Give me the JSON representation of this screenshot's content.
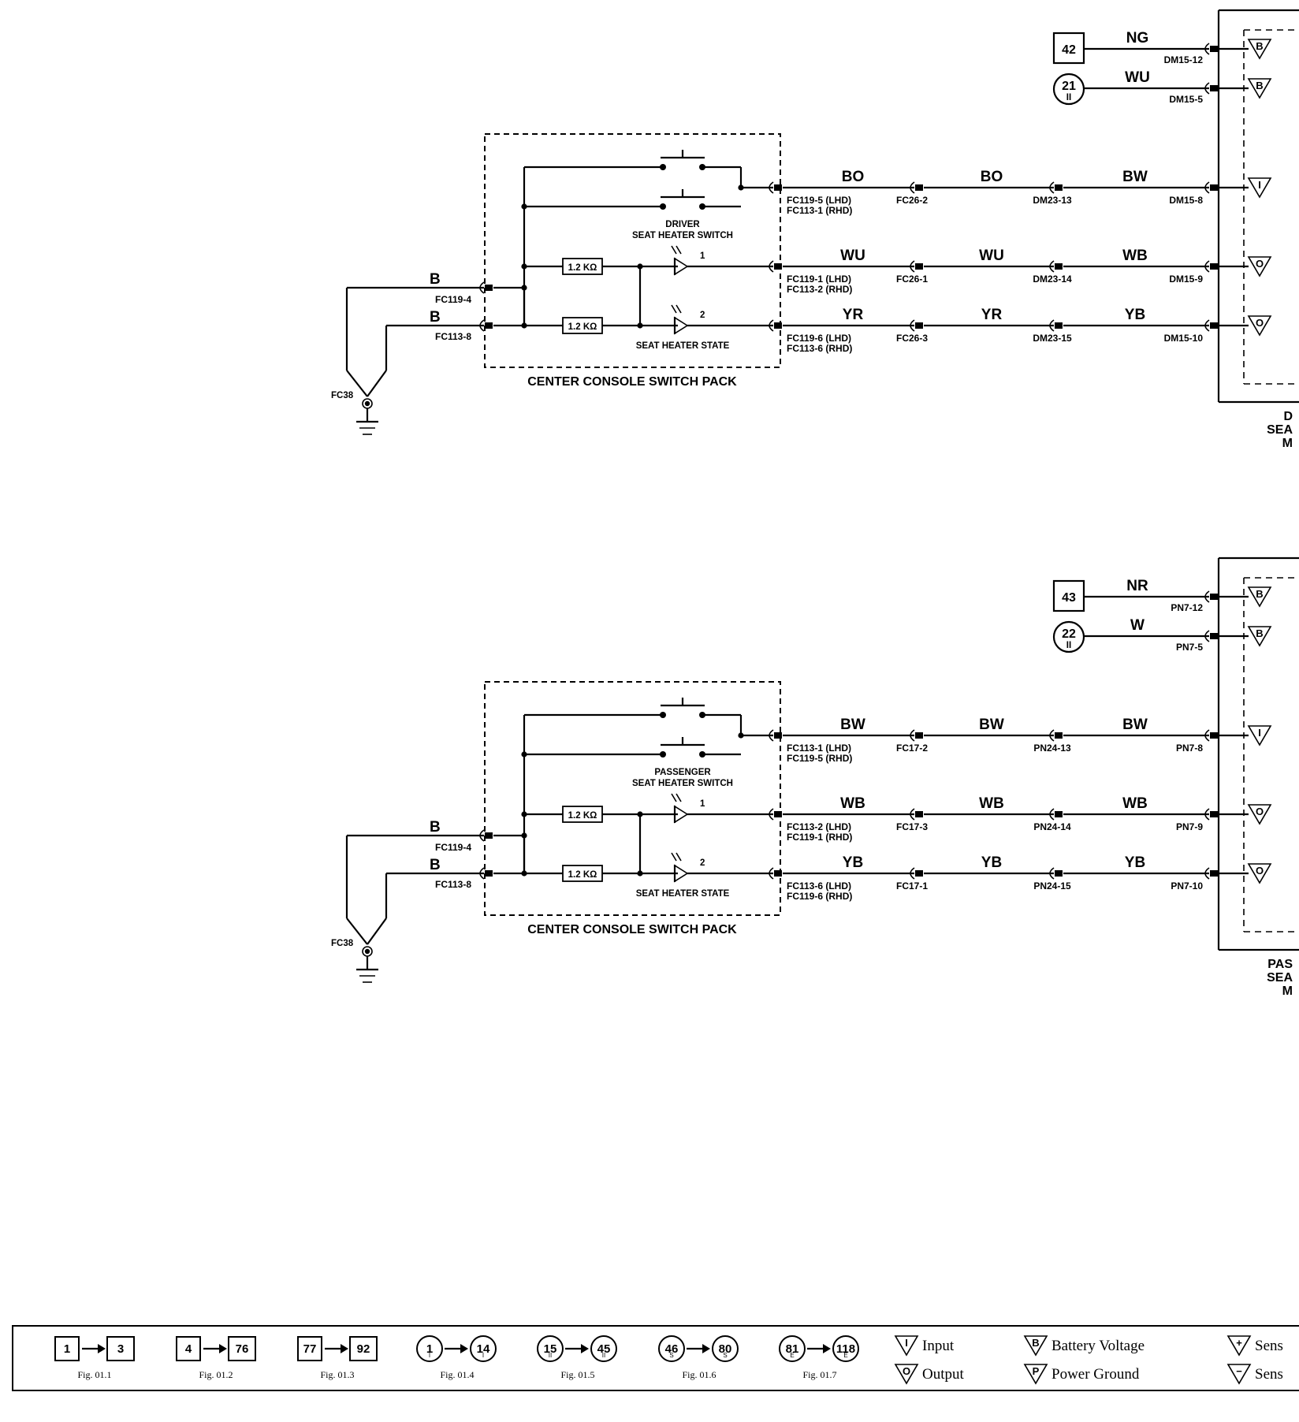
{
  "panels": [
    {
      "id": "driver",
      "ref_box": "42",
      "ref_circle": "21",
      "ref_circle_sub": "II",
      "top_wires": [
        {
          "color": "NG",
          "connector": "DM15-12",
          "pin": "B"
        },
        {
          "color": "WU",
          "connector": "DM15-5",
          "pin": "B"
        }
      ],
      "switch_label_1": "DRIVER",
      "switch_label_2": "SEAT HEATER SWITCH",
      "state_label": "SEAT HEATER STATE",
      "pack_label": "CENTER CONSOLE SWITCH PACK",
      "resistor": "1.2 KΩ",
      "led_1": "1",
      "led_2": "2",
      "ground_color_1": "B",
      "ground_conn_1": "FC119-4",
      "ground_color_2": "B",
      "ground_conn_2": "FC113-8",
      "ground_point": "FC38",
      "rows": [
        {
          "c1": "BO",
          "c2": "BO",
          "c3": "BW",
          "conn_a1": "FC119-5 (LHD)",
          "conn_a2": "FC113-1 (RHD)",
          "conn_b": "FC26-2",
          "conn_c": "DM23-13",
          "conn_d": "DM15-8",
          "pin": "I"
        },
        {
          "c1": "WU",
          "c2": "WU",
          "c3": "WB",
          "conn_a1": "FC119-1 (LHD)",
          "conn_a2": "FC113-2 (RHD)",
          "conn_b": "FC26-1",
          "conn_c": "DM23-14",
          "conn_d": "DM15-9",
          "pin": "O"
        },
        {
          "c1": "YR",
          "c2": "YR",
          "c3": "YB",
          "conn_a1": "FC119-6 (LHD)",
          "conn_a2": "FC113-6 (RHD)",
          "conn_b": "FC26-3",
          "conn_c": "DM23-15",
          "conn_d": "DM15-10",
          "pin": "O"
        }
      ],
      "module_label": [
        "D",
        "SEA",
        "M"
      ]
    },
    {
      "id": "passenger",
      "ref_box": "43",
      "ref_circle": "22",
      "ref_circle_sub": "II",
      "top_wires": [
        {
          "color": "NR",
          "connector": "PN7-12",
          "pin": "B"
        },
        {
          "color": "W",
          "connector": "PN7-5",
          "pin": "B"
        }
      ],
      "switch_label_1": "PASSENGER",
      "switch_label_2": "SEAT HEATER SWITCH",
      "state_label": "SEAT HEATER STATE",
      "pack_label": "CENTER CONSOLE SWITCH PACK",
      "resistor": "1.2 KΩ",
      "led_1": "1",
      "led_2": "2",
      "ground_color_1": "B",
      "ground_conn_1": "FC119-4",
      "ground_color_2": "B",
      "ground_conn_2": "FC113-8",
      "ground_point": "FC38",
      "rows": [
        {
          "c1": "BW",
          "c2": "BW",
          "c3": "BW",
          "conn_a1": "FC113-1 (LHD)",
          "conn_a2": "FC119-5 (RHD)",
          "conn_b": "FC17-2",
          "conn_c": "PN24-13",
          "conn_d": "PN7-8",
          "pin": "I"
        },
        {
          "c1": "WB",
          "c2": "WB",
          "c3": "WB",
          "conn_a1": "FC113-2 (LHD)",
          "conn_a2": "FC119-1 (RHD)",
          "conn_b": "FC17-3",
          "conn_c": "PN24-14",
          "conn_d": "PN7-9",
          "pin": "O"
        },
        {
          "c1": "YB",
          "c2": "YB",
          "c3": "YB",
          "conn_a1": "FC113-6 (LHD)",
          "conn_a2": "FC119-6 (RHD)",
          "conn_b": "FC17-1",
          "conn_c": "PN24-15",
          "conn_d": "PN7-10",
          "pin": "O"
        }
      ],
      "module_label": [
        "PAS",
        "SEA",
        "M"
      ]
    }
  ],
  "legend": {
    "ranges": [
      {
        "from": "1",
        "to": "3",
        "shape": "box",
        "sub": "",
        "fig": "Fig. 01.1"
      },
      {
        "from": "4",
        "to": "76",
        "shape": "box",
        "sub": "",
        "fig": "Fig. 01.2"
      },
      {
        "from": "77",
        "to": "92",
        "shape": "box",
        "sub": "",
        "fig": "Fig. 01.3"
      },
      {
        "from": "1",
        "to": "14",
        "shape": "circle",
        "sub": "I",
        "fig": "Fig. 01.4"
      },
      {
        "from": "15",
        "to": "45",
        "shape": "circle",
        "sub": "II",
        "fig": "Fig. 01.5"
      },
      {
        "from": "46",
        "to": "80",
        "shape": "circle",
        "sub": "S",
        "fig": "Fig. 01.6"
      },
      {
        "from": "81",
        "to": "118",
        "shape": "circle",
        "sub": "E",
        "fig": "Fig. 01.7"
      }
    ],
    "symbols": [
      {
        "glyph": "I",
        "text": "Input"
      },
      {
        "glyph": "O",
        "text": "Output"
      },
      {
        "glyph": "B",
        "text": "Battery Voltage"
      },
      {
        "glyph": "P",
        "text": "Power Ground"
      },
      {
        "glyph": "+",
        "text": "Sens"
      },
      {
        "glyph": "−",
        "text": "Sens"
      }
    ]
  }
}
